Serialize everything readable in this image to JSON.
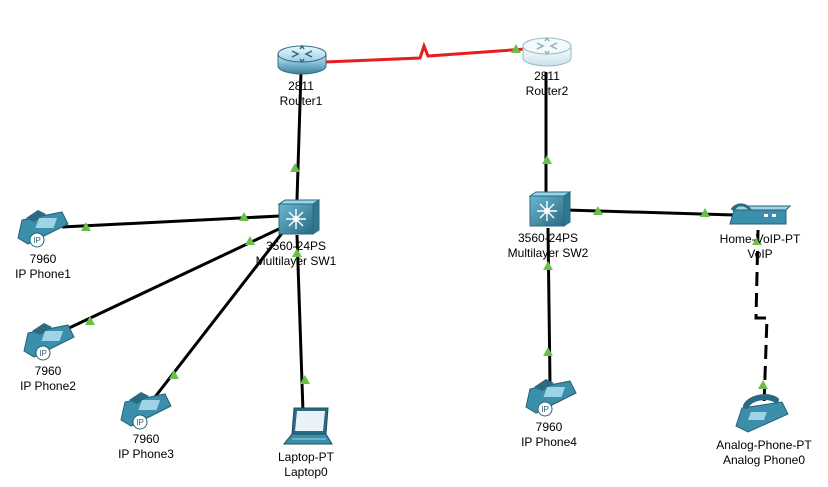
{
  "colors": {
    "link_ethernet": "#000000",
    "link_serial": "#e61e1e",
    "link_up_marker": "#6abf4b",
    "device_body": "#3b8fab",
    "device_dark": "#2a6a82",
    "device_light": "#9fd3e6"
  },
  "devices": {
    "router1": {
      "model": "2811",
      "name": "Router1",
      "icon": "router-icon"
    },
    "router2": {
      "model": "2811",
      "name": "Router2",
      "icon": "router-icon"
    },
    "sw1": {
      "model": "3560-24PS",
      "name": "Multilayer SW1",
      "icon": "multilayer-switch-icon"
    },
    "sw2": {
      "model": "3560-24PS",
      "name": "Multilayer SW2",
      "icon": "multilayer-switch-icon"
    },
    "phone1": {
      "model": "7960",
      "name": "IP Phone1",
      "icon": "ip-phone-icon"
    },
    "phone2": {
      "model": "7960",
      "name": "IP Phone2",
      "icon": "ip-phone-icon"
    },
    "phone3": {
      "model": "7960",
      "name": "IP Phone3",
      "icon": "ip-phone-icon"
    },
    "phone4": {
      "model": "7960",
      "name": "IP Phone4",
      "icon": "ip-phone-icon"
    },
    "laptop0": {
      "model": "Laptop-PT",
      "name": "Laptop0",
      "icon": "laptop-icon"
    },
    "voip": {
      "model": "Home-VoIP-PT",
      "name": "VoIP",
      "icon": "home-voip-icon"
    },
    "analog": {
      "model": "Analog-Phone-PT",
      "name": "Analog Phone0",
      "icon": "analog-phone-icon"
    }
  }
}
